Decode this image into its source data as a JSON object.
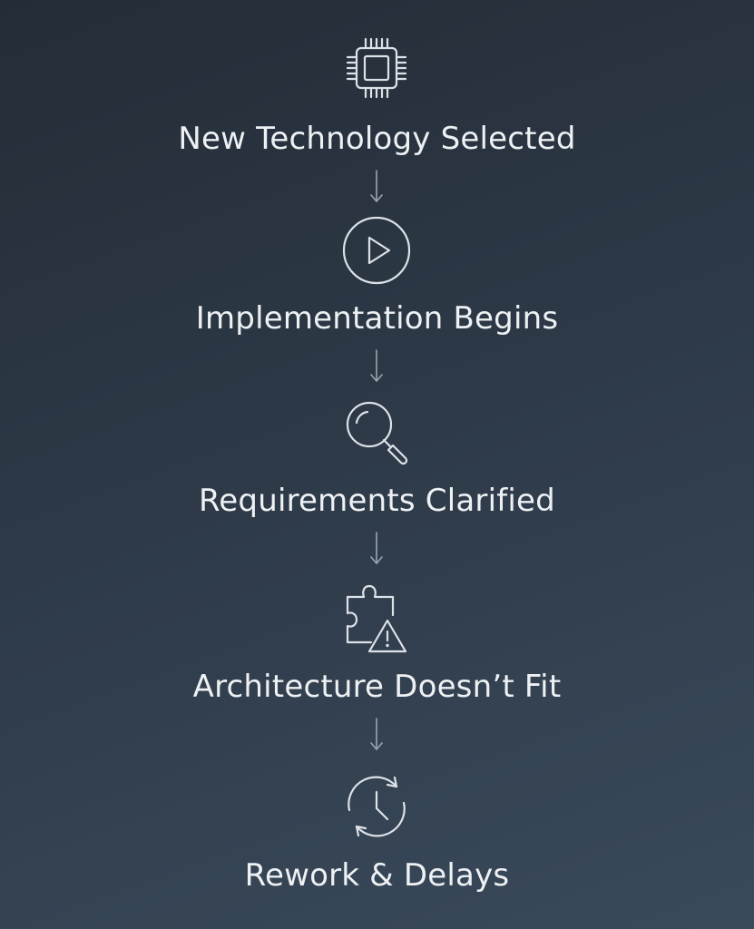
{
  "steps": [
    {
      "label": "New Technology Selected",
      "icon": "cpu-chip-icon"
    },
    {
      "label": "Implementation Begins",
      "icon": "play-circle-icon"
    },
    {
      "label": "Requirements Clarified",
      "icon": "magnifier-icon"
    },
    {
      "label": "Architecture Doesn’t Fit",
      "icon": "puzzle-warning-icon"
    },
    {
      "label": "Rework & Delays",
      "icon": "clock-refresh-icon"
    }
  ],
  "colors": {
    "background_top": "#242d37",
    "background_bottom": "#3a4a5b",
    "text": "#eef1f4",
    "icon_stroke": "#dde2e8",
    "arrow": "#9aa5b1"
  }
}
